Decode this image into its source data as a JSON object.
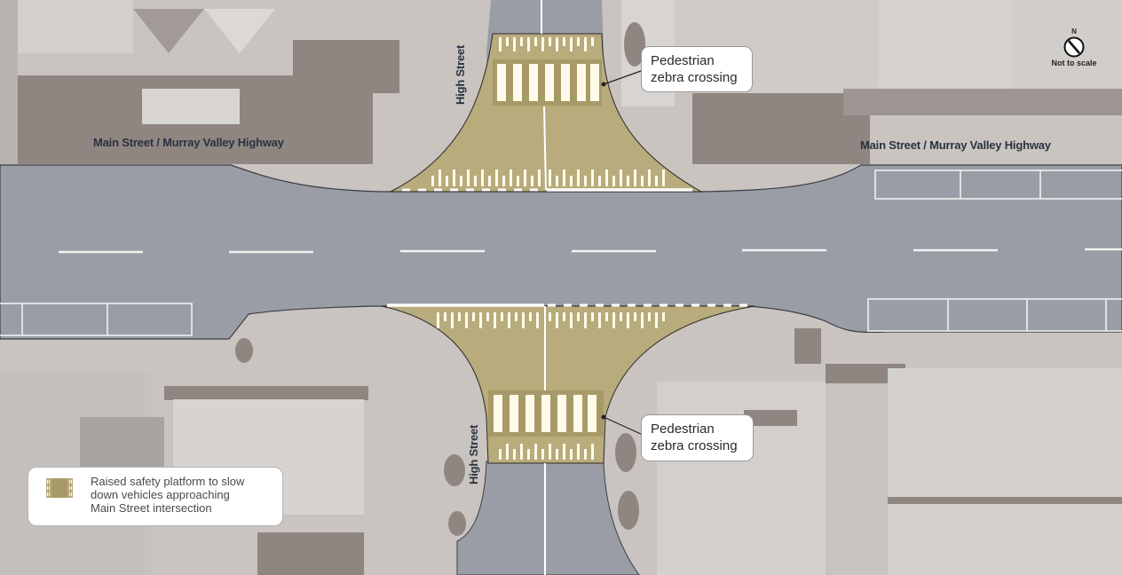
{
  "map": {
    "streets": {
      "main_left": "Main Street / Murray Valley Highway",
      "main_right": "Main Street / Murray Valley Highway",
      "high_north": "High Street",
      "high_south": "High Street"
    },
    "callouts": {
      "north_crossing": {
        "line1": "Pedestrian",
        "line2": "zebra crossing"
      },
      "south_crossing": {
        "line1": "Pedestrian",
        "line2": "zebra crossing"
      }
    },
    "legend": {
      "icon": "raised-platform-swatch",
      "line1": "Raised safety platform to slow",
      "line2": "down vehicles approaching",
      "line3": "Main Street intersection"
    },
    "north_arrow": {
      "letter": "N",
      "note": "Not to scale",
      "icon": "north-arrow-icon"
    },
    "colors": {
      "road": "#9a9da6",
      "platform": "#b8ab7c",
      "platform_dark": "#a89a68",
      "marking": "#fffbe8",
      "background": "#c9c4c0",
      "building_dark": "#8f8581"
    }
  }
}
